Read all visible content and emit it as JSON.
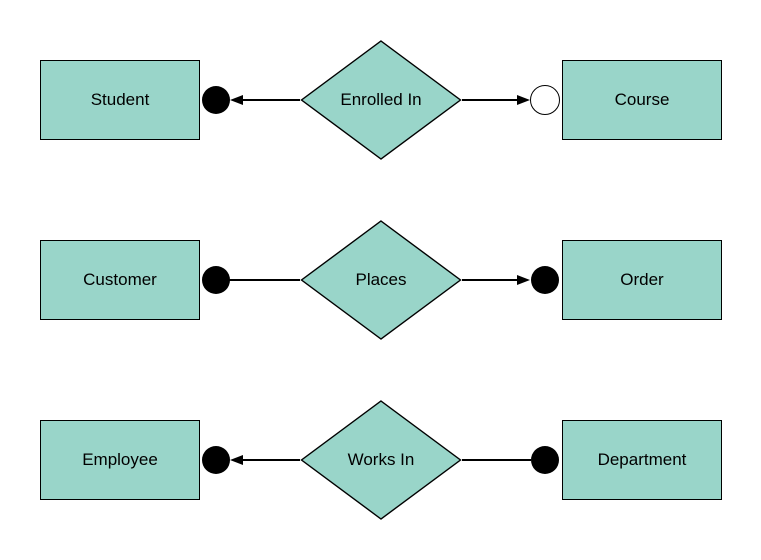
{
  "diagram": {
    "type": "entity-relationship",
    "colors": {
      "background": "#ffffff",
      "shape_fill": "#99d5c9",
      "shape_stroke": "#000000",
      "connector": "#000000"
    },
    "rows": [
      {
        "left_entity": "Student",
        "relationship": "Enrolled In",
        "right_entity": "Course",
        "left_terminator": "filled-circle",
        "left_arrowhead": true,
        "right_terminator": "open-circle",
        "right_arrowhead": true
      },
      {
        "left_entity": "Customer",
        "relationship": "Places",
        "right_entity": "Order",
        "left_terminator": "filled-circle",
        "left_arrowhead": false,
        "right_terminator": "filled-circle",
        "right_arrowhead": true
      },
      {
        "left_entity": "Employee",
        "relationship": "Works In",
        "right_entity": "Department",
        "left_terminator": "filled-circle",
        "left_arrowhead": true,
        "right_terminator": "filled-circle",
        "right_arrowhead": false
      }
    ]
  }
}
